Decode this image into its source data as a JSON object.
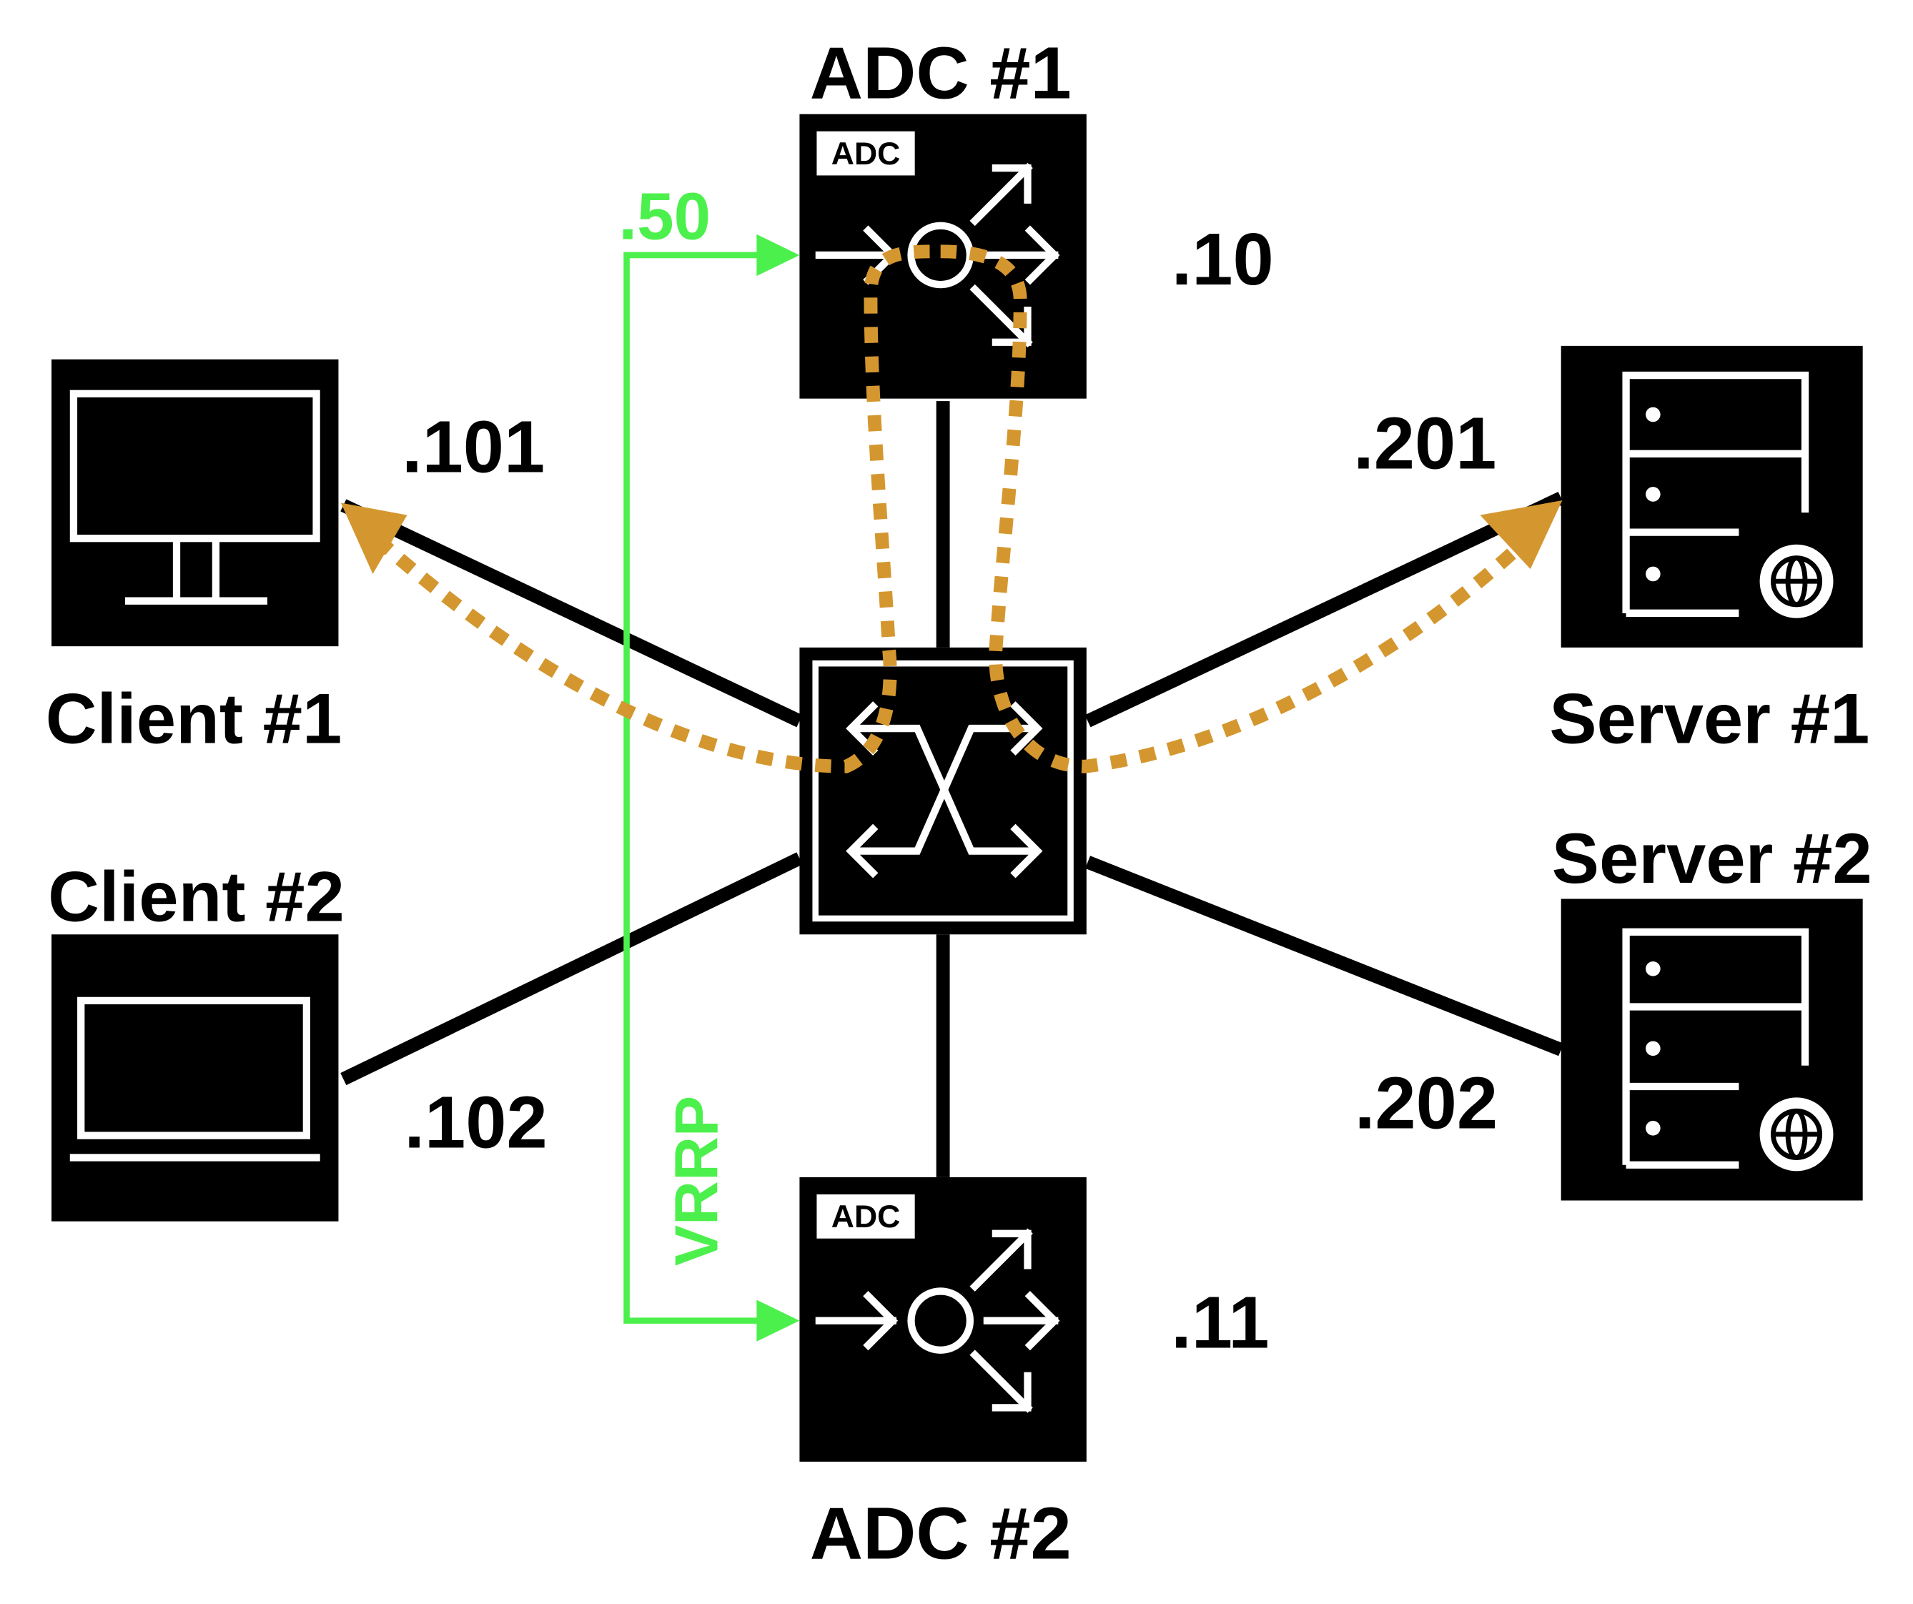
{
  "nodes": {
    "adc1": {
      "name": "ADC #1",
      "badge": "ADC",
      "ip": ".10"
    },
    "adc2": {
      "name": "ADC #2",
      "badge": "ADC",
      "ip": ".11"
    },
    "client1": {
      "name": "Client #1",
      "ip": ".101"
    },
    "client2": {
      "name": "Client #2",
      "ip": ".102"
    },
    "server1": {
      "name": "Server #1",
      "ip": ".201"
    },
    "server2": {
      "name": "Server #2",
      "ip": ".202"
    },
    "switch": {
      "icon": "network-switch-icon"
    }
  },
  "vrrp": {
    "vip": ".50",
    "label": "VRRP"
  },
  "colors": {
    "device": "#000000",
    "vrrp": "#4cf04c",
    "traffic": "#d4972f",
    "background": "#ffffff"
  }
}
